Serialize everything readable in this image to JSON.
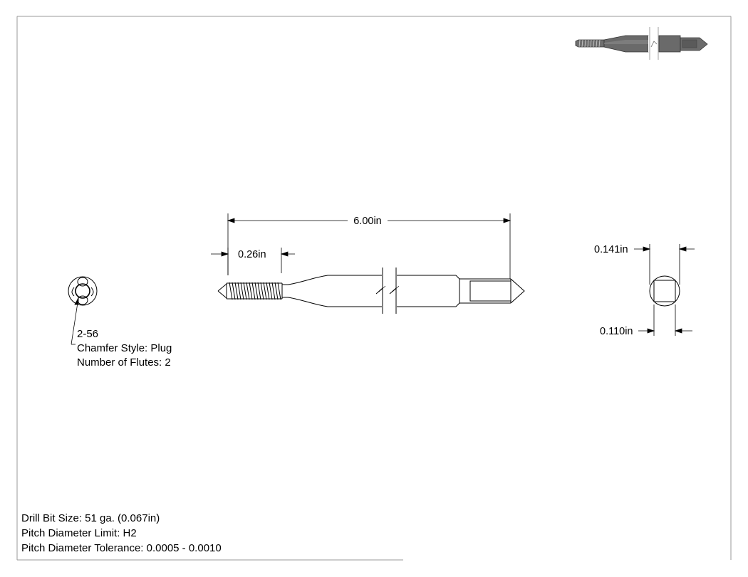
{
  "dimensions": {
    "overall_length": "6.00in",
    "thread_length": "0.26in",
    "shank_diameter": "0.141in",
    "square_size": "0.110in"
  },
  "callout": {
    "thread_size": "2-56",
    "chamfer_style": "Chamfer Style: Plug",
    "flutes": "Number of Flutes: 2"
  },
  "notes": {
    "drill_bit": "Drill Bit Size: 51 ga. (0.067in)",
    "pitch_limit": "Pitch Diameter Limit: H2",
    "pitch_tolerance": "Pitch Diameter Tolerance: 0.0005 - 0.0010"
  }
}
